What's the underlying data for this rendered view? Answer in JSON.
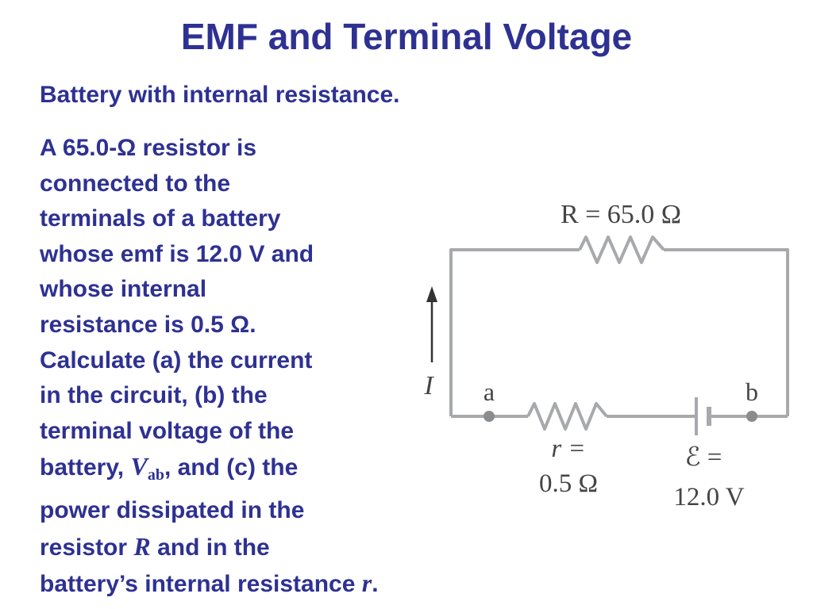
{
  "slide": {
    "title": "EMF and Terminal Voltage",
    "subtitle": "Battery with internal resistance."
  },
  "problem": {
    "line1": "A 65.0-Ω resistor is",
    "line2": "connected to the",
    "line3": "terminals of a battery",
    "line4": "whose emf is 12.0 V and",
    "line5": "whose internal",
    "line6": "resistance is 0.5 Ω.",
    "line7": "Calculate (a) the current",
    "line8": "in the circuit, (b) the",
    "line9": "terminal voltage of the",
    "line10_pre": "battery, ",
    "line10_sym": "V",
    "line10_sub": "ab",
    "line10_post": ", and (c) the",
    "line11": "power dissipated in the",
    "line12_pre": "resistor ",
    "line12_sym": "R",
    "line12_post": " and in the",
    "line13_pre": "battery’s internal resistance ",
    "line13_sym": "r",
    "line13_post": "."
  },
  "circuit": {
    "resistor_label": "R = 65.0 Ω",
    "current_label": "I",
    "node_a": "a",
    "node_b": "b",
    "internal_r_line1": "r =",
    "internal_r_line2": "0.5 Ω",
    "emf_line1": "ℰ =",
    "emf_line2": "12.0 V",
    "wire_color": "#a7a9ac",
    "node_color": "#8a8c8e",
    "arrow_color": "#333333"
  }
}
